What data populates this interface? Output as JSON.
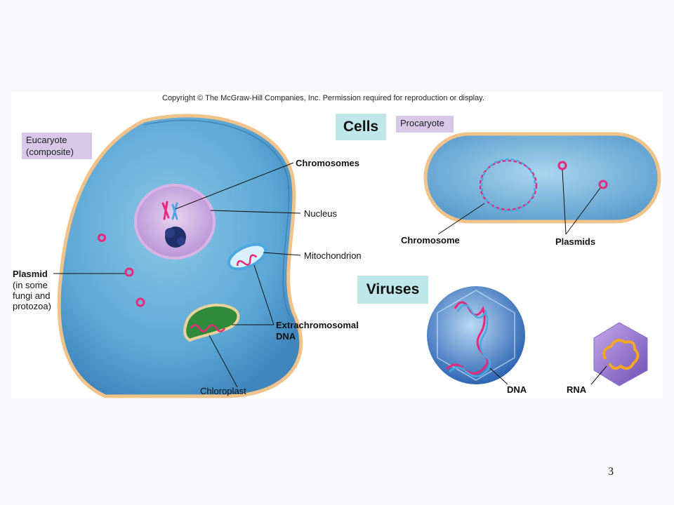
{
  "copyright": "Copyright © The McGraw-Hill Companies, Inc. Permission required for reproduction or display.",
  "headings": {
    "cells": "Cells",
    "viruses": "Viruses"
  },
  "eucaryote": {
    "tag_line1": "Eucaryote",
    "tag_line2": "(composite)",
    "labels": {
      "chromosomes": "Chromosomes",
      "nucleus": "Nucleus",
      "mitochondrion": "Mitochondrion",
      "plasmid": "Plasmid",
      "plasmid_note_1": "(in some",
      "plasmid_note_2": "fungi and",
      "plasmid_note_3": "protozoa)",
      "extrachromosomal_1": "Extrachromosomal",
      "extrachromosomal_2": "DNA",
      "chloroplast": "Chloroplast"
    }
  },
  "procaryote": {
    "tag": "Procaryote",
    "labels": {
      "chromosome": "Chromosome",
      "plasmids": "Plasmids"
    }
  },
  "virus_labels": {
    "dna": "DNA",
    "rna": "RNA"
  },
  "colors": {
    "cell_cytoplasm": "#6bb3d9",
    "cell_membrane": "#f2c48a",
    "nucleus": "#c9a6dc",
    "tag_bg": "#d8c7e6",
    "title_bg": "#bfe6e8",
    "dna_pink": "#e8287a",
    "dna_blue": "#4aa7e0",
    "rna_orange": "#f5a623"
  },
  "page_number": "3"
}
